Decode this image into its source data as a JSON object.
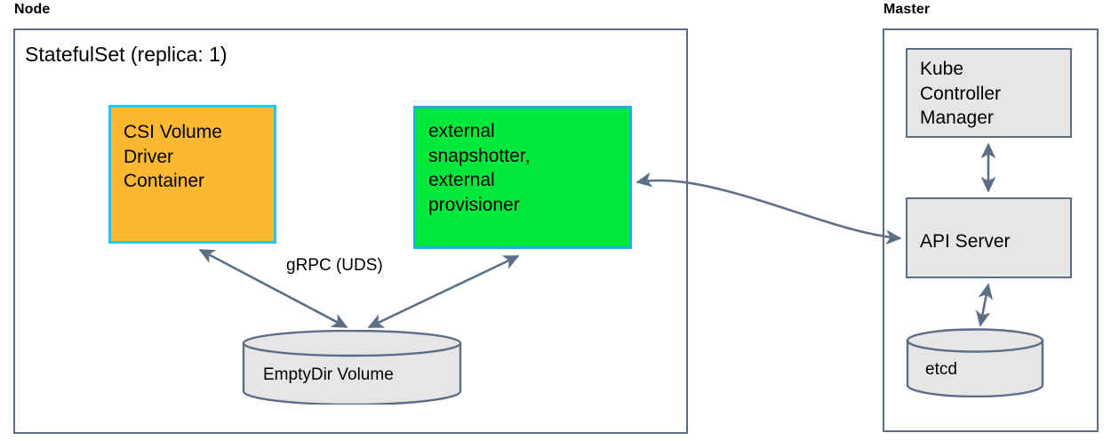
{
  "diagram": {
    "title_node": "Node",
    "title_master": "Master",
    "statefulset_label": "StatefulSet (replica: 1)",
    "colors": {
      "orange_fill": "#fcb831",
      "orange_border": "#2bc3f0",
      "green_fill": "#00e83c",
      "green_border": "#21acf5",
      "gray_fill": "#e6e6e6",
      "line": "#5c6f87",
      "text": "#000000",
      "background": "#ffffff"
    },
    "node_group": {
      "label": "Node",
      "boxes": [
        {
          "key": "csi_driver",
          "label": "CSI Volume\nDriver\nContainer",
          "fill": "#fcb831",
          "border": "#2bc3f0"
        },
        {
          "key": "external_sidecars",
          "label": "external\nsnapshotter,\nexternal\nprovisioner",
          "fill": "#00e83c",
          "border": "#21acf5"
        }
      ],
      "cylinder": {
        "key": "emptydir_volume",
        "label": "EmptyDir Volume"
      },
      "edge_label": "gRPC (UDS)"
    },
    "master_group": {
      "label": "Master",
      "boxes": [
        {
          "key": "kube_controller_manager",
          "label": "Kube\nController\nManager",
          "fill": "#e6e6e6"
        },
        {
          "key": "api_server",
          "label": "API Server",
          "fill": "#e6e6e6"
        }
      ],
      "cylinder": {
        "key": "etcd",
        "label": "etcd"
      }
    },
    "connections": [
      {
        "from": "csi_driver",
        "to": "emptydir_volume",
        "label": "gRPC (UDS)",
        "bidirectional": true
      },
      {
        "from": "external_sidecars",
        "to": "emptydir_volume",
        "label": "",
        "bidirectional": true
      },
      {
        "from": "external_sidecars",
        "to": "api_server",
        "label": "",
        "bidirectional": true
      },
      {
        "from": "kube_controller_manager",
        "to": "api_server",
        "label": "",
        "bidirectional": true
      },
      {
        "from": "api_server",
        "to": "etcd",
        "label": "",
        "bidirectional": true
      }
    ]
  }
}
